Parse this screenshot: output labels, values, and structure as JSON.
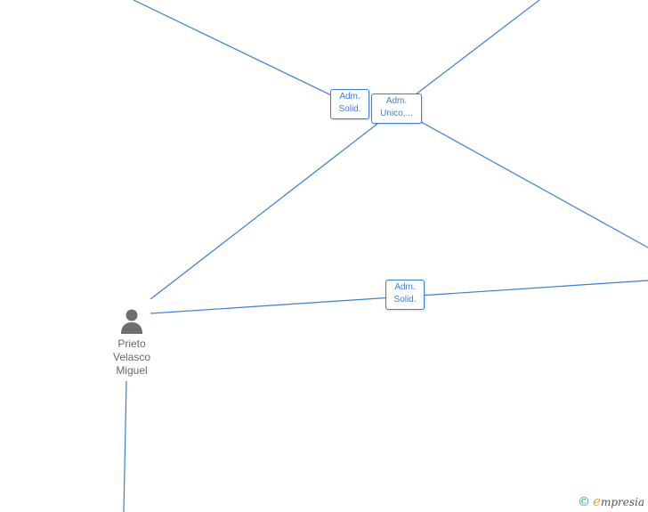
{
  "graph": {
    "relations": [
      {
        "line1": "Adm.",
        "line2": "Solid."
      },
      {
        "line1": "Adm.",
        "line2": "Unico,..."
      },
      {
        "line1": "Adm.",
        "line2": "Solid."
      }
    ],
    "person": {
      "name_line1": "Prieto",
      "name_line2": "Velasco",
      "name_line3": "Miguel",
      "icon": "person-icon"
    }
  },
  "footer": {
    "copyright_symbol": "©",
    "brand_initial": "e",
    "brand_rest": "mpresia"
  },
  "colors": {
    "edge": "#3c7fd4",
    "label_text": "#3c7fd4",
    "person_icon": "#6e6e6e",
    "brand_accent": "#e8a33a"
  }
}
